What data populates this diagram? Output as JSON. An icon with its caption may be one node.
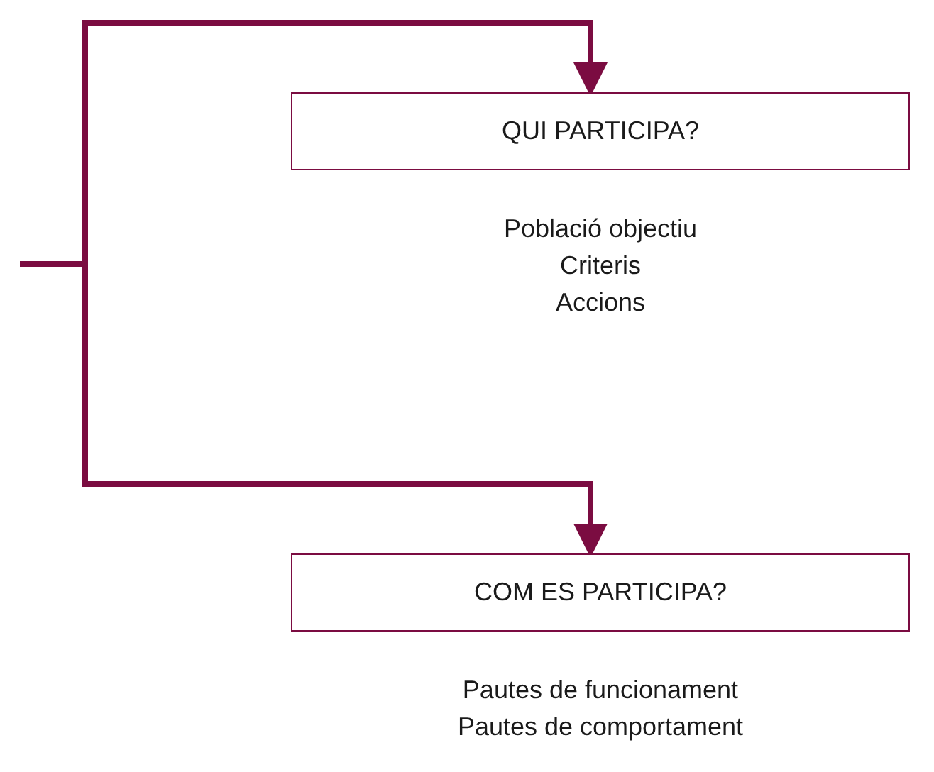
{
  "diagram": {
    "nodes": [
      {
        "text": [
          "QUI PARTICIPA?"
        ],
        "beside": [
          "Població objectiu",
          "Criteris",
          "Accions"
        ]
      },
      {
        "text": [
          "COM ES PARTICIPA?"
        ],
        "beside": [
          "Pautes de funcionament",
          "Pautes de comportament"
        ]
      }
    ],
    "edges": [
      {
        "from": null,
        "to": 0,
        "arrow": "to"
      },
      {
        "from": null,
        "to": 1,
        "arrow": "to"
      }
    ]
  }
}
